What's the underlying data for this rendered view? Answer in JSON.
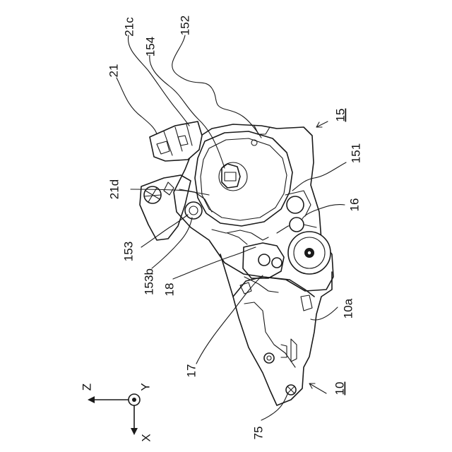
{
  "labels": {
    "l152": "152",
    "l154": "154",
    "l21c": "21c",
    "l21": "21",
    "l15": "15",
    "l151": "151",
    "l21d": "21d",
    "l16": "16",
    "l153": "153",
    "l153b": "153b",
    "l18": "18",
    "l10a": "10a",
    "l17": "17",
    "l10": "10",
    "l75": "75"
  },
  "axes": {
    "z": "Z",
    "y": "Y",
    "x": "X"
  }
}
